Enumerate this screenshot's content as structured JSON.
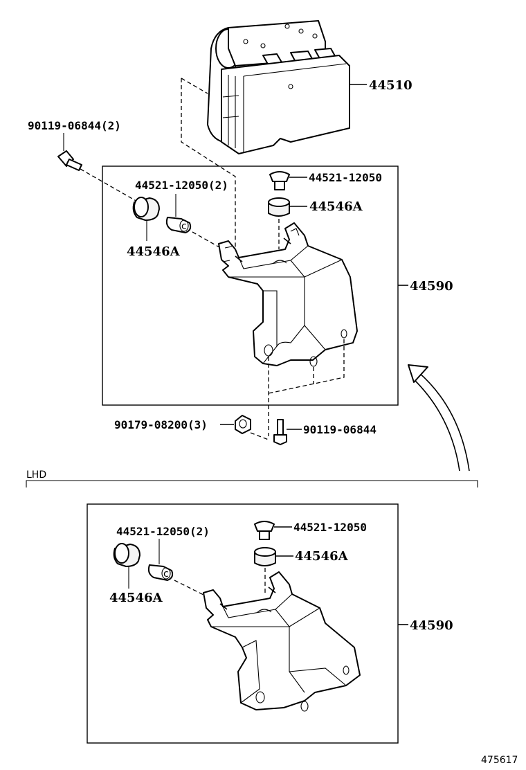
{
  "labels": {
    "actuator": "44510",
    "bolt_left": "90119-06844(2)",
    "bracket_bolt_top": "44521-12050",
    "bracket_bolt_left_qty": "44521-12050(2)",
    "cushion_top": "44546A",
    "cushion_left": "44546A",
    "bracket": "44590",
    "nut": "90179-08200(3)",
    "bolt_bottom": "90119-06844",
    "lhd_section": "LHD",
    "lhd_bracket_bolt_qty": "44521-12050(2)",
    "lhd_bracket_bolt": "44521-12050",
    "lhd_cushion_top": "44546A",
    "lhd_cushion_left": "44546A",
    "lhd_bracket": "44590",
    "figure_number": "475617"
  }
}
